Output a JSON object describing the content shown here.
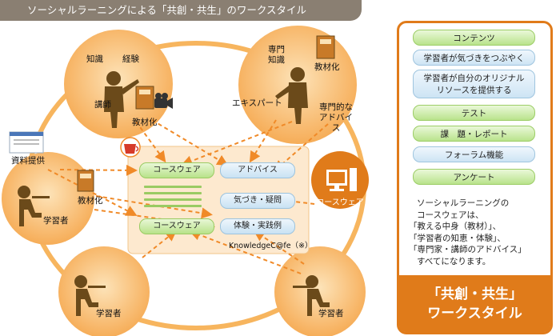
{
  "header": {
    "title": "ソーシャルラーニングによる「共創・共生」のワークスタイル"
  },
  "instructor": {
    "role": "講師",
    "bubble_1": "知識",
    "bubble_2": "経験",
    "material": "教材化"
  },
  "expert": {
    "role": "エキスパート",
    "bubble_1": "専門知識",
    "bubble_2": "教材化",
    "advice": "専門的なアドバイス"
  },
  "learners": {
    "top_left": {
      "label": "学習者",
      "materials_provided": "資料提供",
      "material": "教材化"
    },
    "bottom_left": {
      "label": "学習者"
    },
    "bottom_right": {
      "label": "学習者"
    }
  },
  "hub": {
    "label": "コースウェア"
  },
  "knowledge_cafe": {
    "name": "KnowledgeC@fe（※）",
    "courseware_1": "コースウェア",
    "courseware_2": "コースウェア",
    "advice": "アドバイス",
    "questions": "気づき・疑問",
    "examples": "体験・実践例"
  },
  "panel": {
    "items": [
      {
        "label": "コンテンツ",
        "color": "green"
      },
      {
        "label": "学習者が気づきをつぶやく",
        "color": "blue"
      },
      {
        "label": "学習者が自分のオリジナルリソースを提供する",
        "line1": "学習者が自分のオリジナル",
        "line2": "リソースを提供する",
        "color": "blue"
      },
      {
        "label": "テスト",
        "color": "green"
      },
      {
        "label": "課　題・レポート",
        "color": "green"
      },
      {
        "label": "フォーラム機能",
        "color": "blue"
      },
      {
        "label": "アンケート",
        "color": "green"
      }
    ],
    "description": [
      "ソーシャルラーニングの",
      "コースウェアは、",
      "「教える中身（教材）」、",
      "「学習者の知恵・体験」、",
      "「専門家・講師のアドバイス」",
      "すべてになります。"
    ],
    "tagline_1": "「共創・共生」",
    "tagline_2": "ワークスタイル"
  },
  "colors": {
    "accent": "#e07b1a",
    "circle": "#f8b866",
    "header_bg": "#8a7f72",
    "figure": "#6b4a1a"
  }
}
